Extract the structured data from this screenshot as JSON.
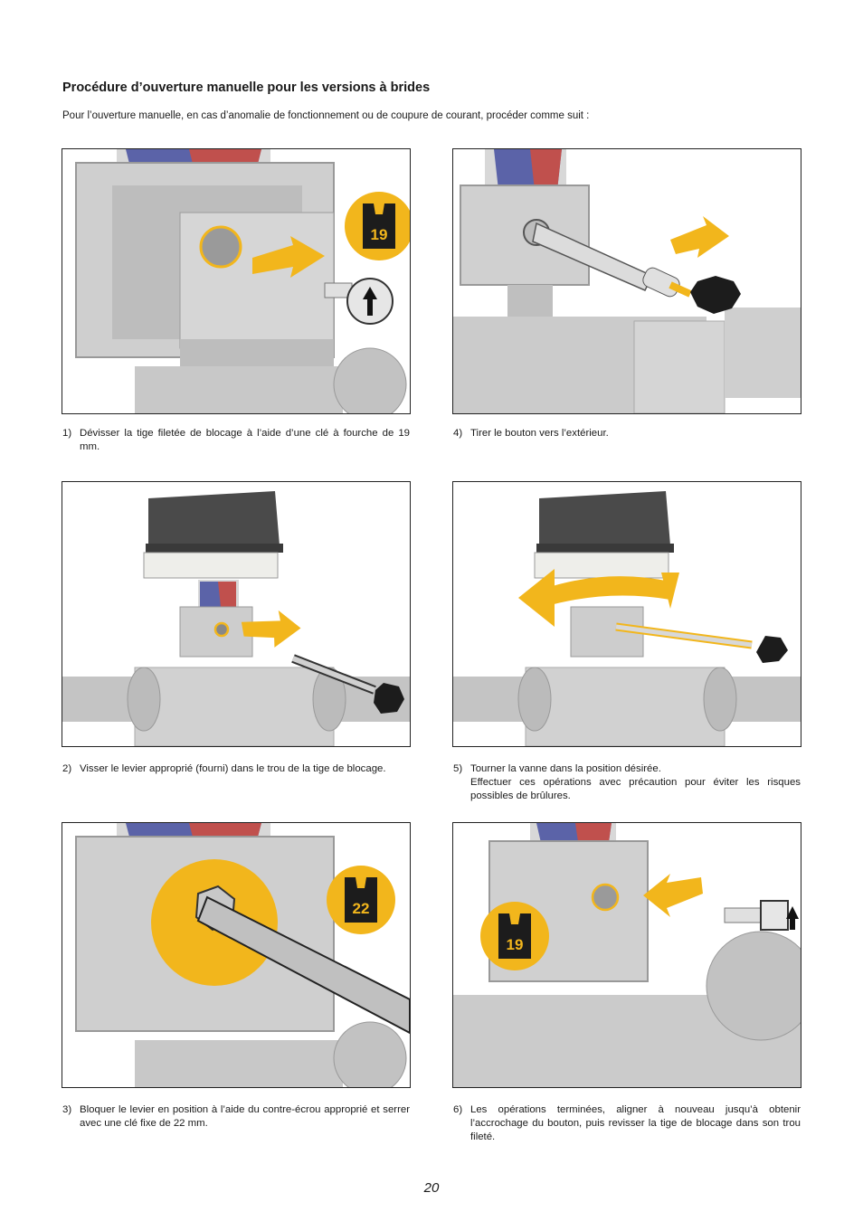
{
  "title": "Procédure d’ouverture manuelle pour les versions à brides",
  "intro": "Pour l’ouverture manuelle, en cas d’anomalie de fonctionnement ou de coupure de courant, procéder comme suit :",
  "steps": [
    {
      "num": "1)",
      "text": "Dévisser la tige filetée de blocage à l’aide d’une clé à fourche de 19 mm.",
      "badge": "19"
    },
    {
      "num": "4)",
      "text": "Tirer le bouton vers l’extérieur."
    },
    {
      "num": "2)",
      "text": "Visser le levier approprié (fourni) dans le trou de la tige de blocage."
    },
    {
      "num": "5)",
      "text": "Tourner la vanne dans la position désirée.",
      "text2": "Effectuer ces opérations avec précaution pour éviter les risques possibles de brûlures."
    },
    {
      "num": "3)",
      "text": "Bloquer le levier en position à l’aide du contre-écrou approprié et serrer avec une clé fixe de 22 mm.",
      "badge": "22"
    },
    {
      "num": "6)",
      "text": "Les opérations terminées, aligner à nouveau jusqu’à obtenir l’accrochage du bouton, puis revisser la tige de blocage dans son trou fileté.",
      "badge": "19"
    }
  ],
  "page_number": "20",
  "colors": {
    "accent_yellow": "#f2b61c",
    "metal_grey": "#c9c9c9",
    "knob_black": "#1c1c1c",
    "actuator_dark": "#4a4a4a"
  }
}
